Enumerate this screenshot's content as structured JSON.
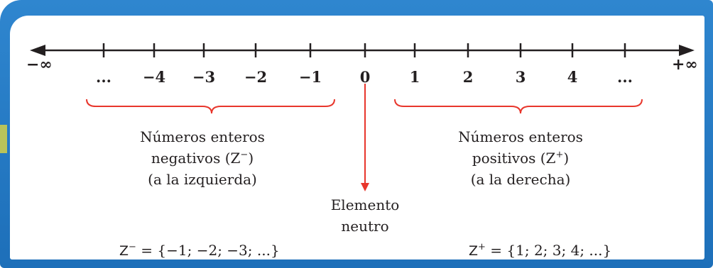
{
  "number_line": {
    "left_end": "−∞",
    "right_end": "+∞",
    "tick_labels": [
      "...",
      "−4",
      "−3",
      "−2",
      "−1",
      "0",
      "1",
      "2",
      "3",
      "4",
      "..."
    ]
  },
  "negatives": {
    "line1": "Números enteros",
    "line2_prefix": "negativos (",
    "symbol": "Z",
    "sign": "−",
    "line2_suffix": ")",
    "line3": "(a la izquierda)",
    "set_rhs": " = {−1; −2; −3; ...}"
  },
  "positives": {
    "line1": "Números enteros",
    "line2_prefix": "positivos (",
    "symbol": "Z",
    "sign": "+",
    "line2_suffix": ")",
    "line3": "(a la derecha)",
    "set_rhs": " = {1; 2; 3; 4; ...}"
  },
  "neutral": {
    "line1": "Elemento",
    "line2": "neutro"
  },
  "colors": {
    "frame_blue": "#1d6fb9",
    "tab_green": "#b9c35a",
    "brace_red": "#e8362c",
    "text": "#231f20"
  }
}
